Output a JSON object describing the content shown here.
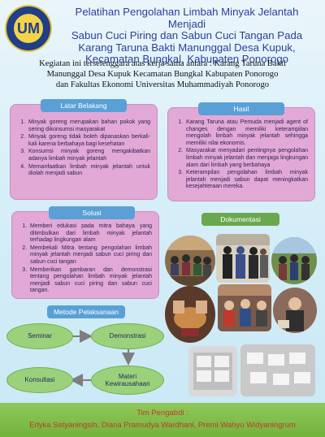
{
  "header": {
    "logo_text": "UM",
    "title_lines": [
      "Pelatihan Pengolahan Limbah Minyak Jelantah Menjadi",
      "Sabun Cuci Piring dan Sabun Cuci Tangan Pada",
      "Karang Taruna Bakti Manunggal Desa Kupuk,",
      "Kecamatan Bungkal, Kabupaten Ponorogo"
    ]
  },
  "intro": {
    "lines": [
      "Kegiatan ini terselenggara atas kerja sama antara : Karang Taruna Bakti",
      "Manunggal Desa Kupuk Kecamatan Bungkal Kabupaten Ponorogo",
      "dan Fakultas Ekonomi Universitas Muhammadiyah Ponorogo"
    ]
  },
  "latar": {
    "label": "Latar Belakang",
    "items": [
      "Minyak goreng merupakan bahan pokok yang sering dikonsumsi masyarakat",
      "Minyak goreng tidak boleh dipanaskan berkali-kali karena berbahaya bagi kesehatan",
      "Konsumsi minyak goreng mengakibatkan adanya limbah minyak jelantah",
      "Memanfaatkan limbah minyak jelantah untuk diolah menjadi sabun"
    ]
  },
  "hasil": {
    "label": "Hasil",
    "items": [
      "Karang Taruna atau Pemuda menjadi agent of changes dengan memiliki keterampilan mengolah limbah minyak jelantah sehingga memiliki nilai ekonomis.",
      "Masyarakat menyadari pentingnya pengolahan limbah minyak jelantah dan menjaga lingkungan alam dari limbah yang berbahaya",
      "Keterampilan pengolahan limbah minyak jelantah menjadi sabun dapat meningkatkan kesejahteraan mereka."
    ]
  },
  "solusi": {
    "label": "Solusi",
    "items": [
      "Memberi edukasi pada mitra bahaya yang ditimbulkan dari limbah minyak jelantah terhadap lingkungan alam",
      "Membekali Mitra tentang pengolahan limbah minyak jelantah menjadi sabun cuci piring dan sabun cuci tangan",
      "Memberikan gambaran dan demonstrasi tentang pengolahan limbah minyak jelantah menjadi sabun cuci piring dan sabun cuci tangan."
    ]
  },
  "dokumentasi": {
    "label": "Dokumentasi"
  },
  "metode": {
    "label": "Metode Pelaksanaan",
    "steps": [
      "Seminar",
      "Demonstrasi",
      "Materi Kewirausahaan",
      "Konsultasi"
    ]
  },
  "footer": {
    "line1": "Tim Pengabdi :",
    "line2": "Erlyka Setyaningsih, Diana Pramudya Wardhani, Premi Wahyu Widyaningrum"
  },
  "colors": {
    "title": "#2b3f9a",
    "pink_box": "#e2a9d6",
    "blue_label": "#5aa0d6",
    "green_label": "#6aa84f",
    "oval": "#9bd17a",
    "footer": "#7bbb45",
    "footer_text": "#c0392b"
  }
}
